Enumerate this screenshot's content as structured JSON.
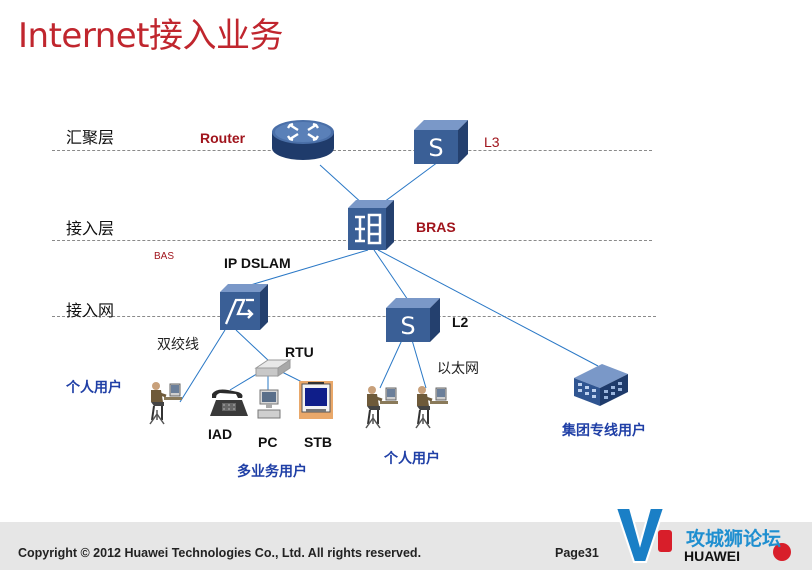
{
  "title": "Internet接入业务",
  "layers": {
    "aggregation": "汇聚层",
    "access_layer": "接入层",
    "access_network": "接入网"
  },
  "devices": {
    "router": "Router",
    "l3": "L3",
    "bras": "BRAS",
    "bas": "BAS",
    "ip_dslam": "IP DSLAM",
    "l2": "L2",
    "rtu": "RTU",
    "iad": "IAD",
    "pc": "PC",
    "stb": "STB"
  },
  "links": {
    "twisted_pair": "双绞线",
    "ethernet": "以太网"
  },
  "users": {
    "personal_left": "个人用户",
    "multi_service": "多业务用户",
    "personal_right": "个人用户",
    "enterprise": "集团专线用户"
  },
  "footer": {
    "copyright": "Copyright © 2012 Huawei Technologies Co., Ltd. All rights reserved.",
    "page": "Page31"
  },
  "watermark": {
    "text": "攻城狮论坛",
    "brand": "HUAWEI"
  },
  "colors": {
    "title": "#c0262e",
    "device_blue": "#2f4f87",
    "label_red": "#a0141c",
    "user_blue": "#1f3fa6"
  }
}
